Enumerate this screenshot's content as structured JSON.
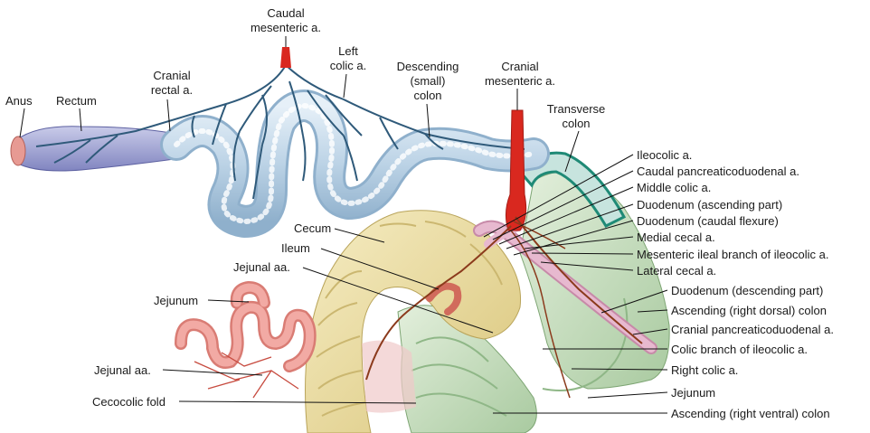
{
  "labels": {
    "anus": "Anus",
    "rectum": "Rectum",
    "cranial_rectal": [
      "Cranial",
      "rectal a."
    ],
    "caudal_mesenteric": [
      "Caudal",
      "mesenteric a."
    ],
    "left_colic": [
      "Left",
      "colic a."
    ],
    "descending_colon": [
      "Descending",
      "(small)",
      "colon"
    ],
    "cranial_mesenteric": [
      "Cranial",
      "mesenteric a."
    ],
    "transverse_colon": [
      "Transverse",
      "colon"
    ],
    "cecum": "Cecum",
    "ileum": "Ileum",
    "jejunal_aa_upper": "Jejunal aa.",
    "jejunum_left": "Jejunum",
    "jejunal_aa_left": "Jejunal aa.",
    "cecocolic_fold": "Cecocolic fold",
    "right_labels": [
      "Ileocolic a.",
      "Caudal pancreaticoduodenal a.",
      "Middle colic a.",
      "Duodenum (ascending part)",
      "Duodenum (caudal flexure)",
      "Medial cecal a.",
      "Mesenteric ileal branch of ileocolic a.",
      "Lateral cecal a."
    ],
    "lower_right_labels": [
      "Duodenum (descending part)",
      "Ascending (right dorsal) colon",
      "Cranial pancreaticoduodenal a.",
      "Colic branch of ileocolic a.",
      "Right colic a.",
      "Jejunum",
      "Ascending (right ventral) colon"
    ]
  },
  "colors": {
    "artery": "#d9281f",
    "vein_branch": "#2f5a7a",
    "colon_fill": "#bcd3e6",
    "cecum_fill": "#efe3a6",
    "ascending_colon_fill": "#cfe3c5",
    "jejunum_fill": "#ee9a94",
    "duodenum_fill": "#e7b9cf",
    "rectum_fill": "#a7a9d6"
  }
}
